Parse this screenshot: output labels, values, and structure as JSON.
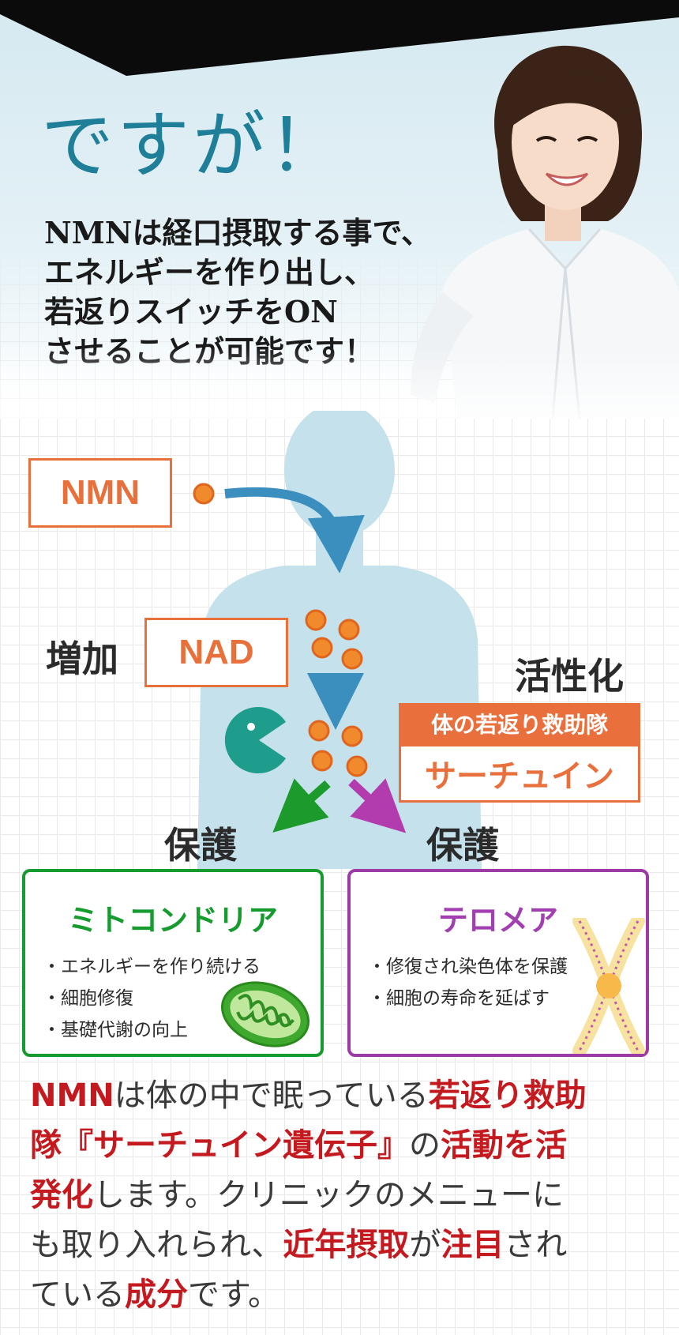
{
  "hero": {
    "headline": "ですが！",
    "intro_lines": [
      "NMNは経口摂取する事で、",
      "エネルギーを作り出し、",
      "若返りスイッチをON",
      "させることが可能です！"
    ]
  },
  "diagram": {
    "nmn_label": "NMN",
    "nad_label": "NAD",
    "increase_label": "増加",
    "activate_label": "活性化",
    "sirtuin_banner": "体の若返り救助隊",
    "sirtuin_name": "サーチュイン",
    "protect_left": "保護",
    "protect_right": "保護"
  },
  "cards": {
    "mitochondria": {
      "title": "ミトコンドリア",
      "items": [
        "エネルギーを作り続ける",
        "細胞修復",
        "基礎代謝の向上"
      ],
      "color": "#169b2e"
    },
    "telomere": {
      "title": "テロメア",
      "items": [
        "修復され染色体を保護",
        "細胞の寿命を延ばす"
      ],
      "color": "#a23fb0"
    }
  },
  "summary": {
    "lines": [
      [
        {
          "text": "NMN",
          "hl": true
        },
        {
          "text": "は体の中で眠っている",
          "hl": false
        },
        {
          "text": "若返り救助",
          "hl": true
        }
      ],
      [
        {
          "text": "隊『サーチュイン遺伝子』",
          "hl": true
        },
        {
          "text": "の",
          "hl": false
        },
        {
          "text": "活動を活",
          "hl": true
        }
      ],
      [
        {
          "text": "発化",
          "hl": true
        },
        {
          "text": "します。クリニックのメニューに",
          "hl": false
        }
      ],
      [
        {
          "text": "も取り入れられ、",
          "hl": false
        },
        {
          "text": "近年摂取",
          "hl": true
        },
        {
          "text": "が",
          "hl": false
        },
        {
          "text": "注目",
          "hl": true
        },
        {
          "text": "され",
          "hl": false
        }
      ],
      [
        {
          "text": "ている",
          "hl": false
        },
        {
          "text": "成分",
          "hl": true
        },
        {
          "text": "です。",
          "hl": false
        }
      ]
    ]
  },
  "colors": {
    "headline": "#1f7f99",
    "accent_orange": "#e7703b",
    "highlight_red": "#c41a1f",
    "arrow_blue": "#3b8fbf",
    "arrow_green": "#1c9a2c",
    "arrow_purple": "#b23cae",
    "pacman_teal": "#1e9c8c"
  }
}
